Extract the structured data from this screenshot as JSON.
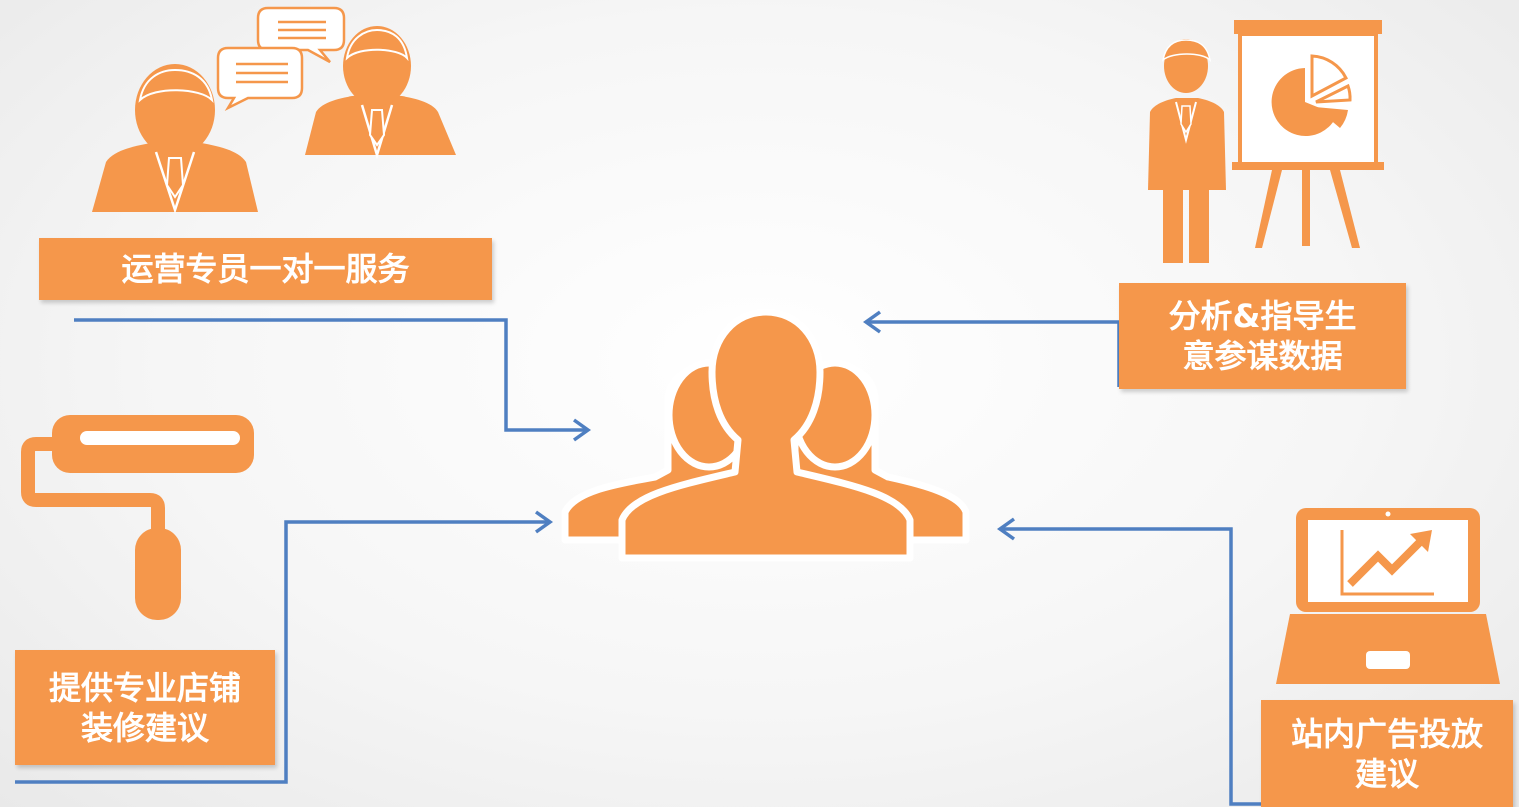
{
  "colors": {
    "accent": "#f5974b",
    "connector": "#4f7fc1"
  },
  "labels": {
    "ops": [
      "运营专员一对一服务"
    ],
    "analysis": [
      "分析&指导生",
      "意参谋数据"
    ],
    "decor": [
      "提供专业店铺",
      "装修建议"
    ],
    "ads": [
      "站内广告投放",
      "建议"
    ]
  },
  "icons": {
    "business-meeting": "business-meeting-icon",
    "presentation": "presentation-board-icon",
    "paint-roller": "paint-roller-icon",
    "laptop-chart": "laptop-growth-chart-icon",
    "user-group": "user-group-icon"
  }
}
